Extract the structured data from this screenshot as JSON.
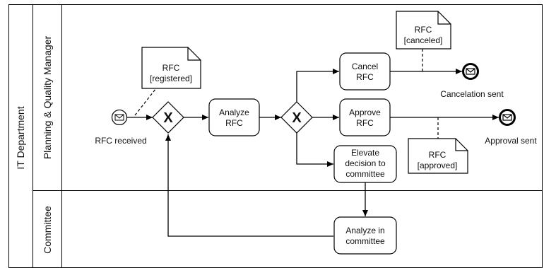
{
  "pool": {
    "label": "IT Department"
  },
  "lanes": [
    {
      "id": "planning",
      "label": "Planning & Quality Manager"
    },
    {
      "id": "committee",
      "label": "Committee"
    }
  ],
  "events": {
    "start": "RFC received",
    "cancel_end": "Cancelation sent",
    "approve_end": "Approval sent"
  },
  "tasks": {
    "analyze": [
      "Analyze",
      "RFC"
    ],
    "cancel": [
      "Cancel",
      "RFC"
    ],
    "approve": [
      "Approve",
      "RFC"
    ],
    "elevate": [
      "Elevate",
      "decision to",
      "committee"
    ],
    "committee": [
      "Analyze in",
      "committee"
    ]
  },
  "artifacts": {
    "registered": [
      "RFC",
      "[registered]"
    ],
    "canceled": [
      "RFC",
      "[canceled]"
    ],
    "approved": [
      "RFC",
      "[approved]"
    ]
  },
  "gateways": {
    "symbol": "X"
  },
  "icons": {
    "message": "envelope-icon"
  }
}
